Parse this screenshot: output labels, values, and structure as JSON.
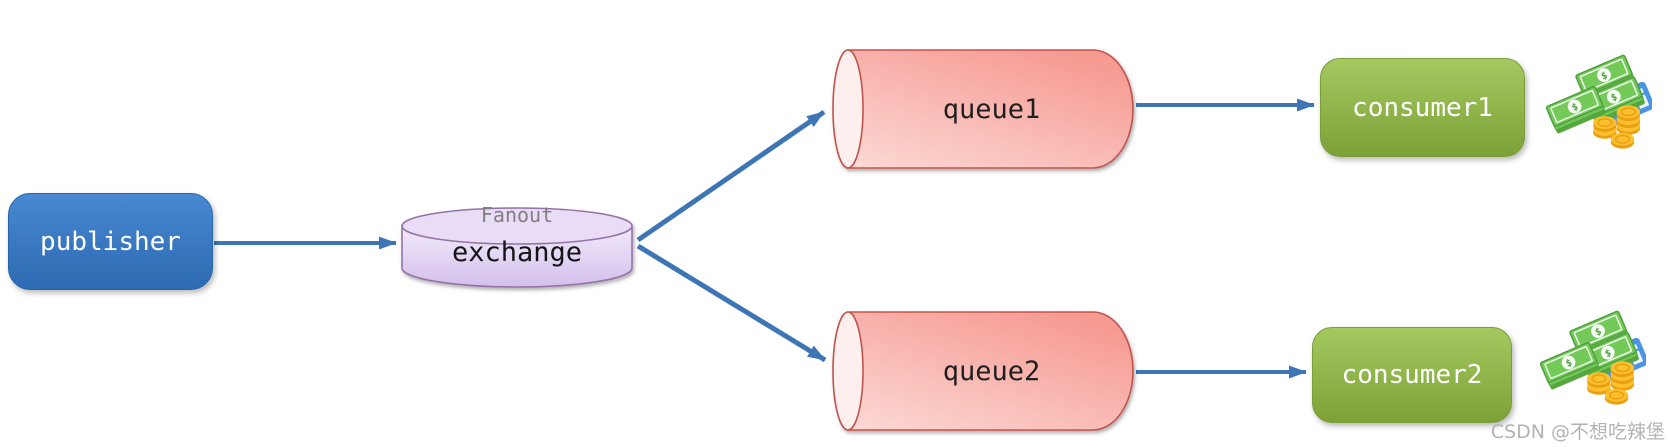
{
  "diagram": {
    "publisher": {
      "label": "publisher"
    },
    "exchange": {
      "type_label": "Fanout",
      "label": "exchange"
    },
    "queues": [
      {
        "label": "queue1"
      },
      {
        "label": "queue2"
      }
    ],
    "consumers": [
      {
        "label": "consumer1"
      },
      {
        "label": "consumer2"
      }
    ],
    "money_icon": {
      "name": "money-cash-icon",
      "currency_symbol": "$"
    },
    "watermark": "CSDN @不想吃辣堡",
    "colors": {
      "publisher_fill": "#3c7ac0",
      "consumer_fill": "#8db743",
      "queue_fill": "#f8aca4",
      "queue_stroke": "#c1534e",
      "exchange_fill": "#ddcdf2",
      "exchange_stroke": "#9673a6",
      "arrow": "#3e75b4",
      "background": "#ffffff"
    }
  }
}
